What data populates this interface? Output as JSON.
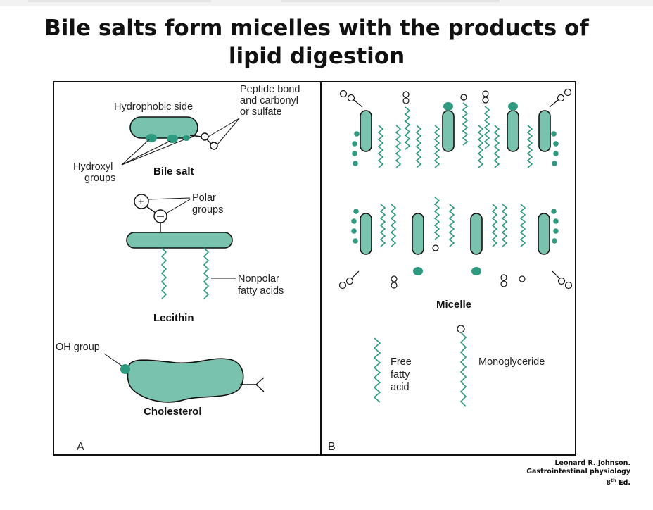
{
  "slide": {
    "title": "Bile salts form micelles with the products of lipid digestion",
    "credit": {
      "author": "Leonard R. Johnson.",
      "book": "Gastrointestinal physiology",
      "edition_num": "8",
      "edition_sup": "th",
      "edition_rest": " Ed."
    }
  },
  "panel_a": {
    "letter": "A",
    "hydrophobic_side": "Hydrophobic side",
    "peptide_l1": "Peptide bond",
    "peptide_l2": "and carbonyl",
    "peptide_l3": "or sulfate",
    "hydroxyl_l1": "Hydroxyl",
    "hydroxyl_l2": "groups",
    "bile_salt": "Bile salt",
    "polar_l1": "Polar",
    "polar_l2": "groups",
    "plus": "+",
    "nonpolar_l1": "Nonpolar",
    "nonpolar_l2": "fatty acids",
    "lecithin": "Lecithin",
    "oh_group": "OH group",
    "cholesterol": "Cholesterol"
  },
  "panel_b": {
    "letter": "B",
    "micelle": "Micelle",
    "ffa_l1": "Free",
    "ffa_l2": "fatty",
    "ffa_l3": "acid",
    "monoglyceride": "Monoglyceride"
  },
  "colors": {
    "molecule_fill": "#79c2ad",
    "dot": "#2e9a80",
    "outline": "#111111"
  }
}
